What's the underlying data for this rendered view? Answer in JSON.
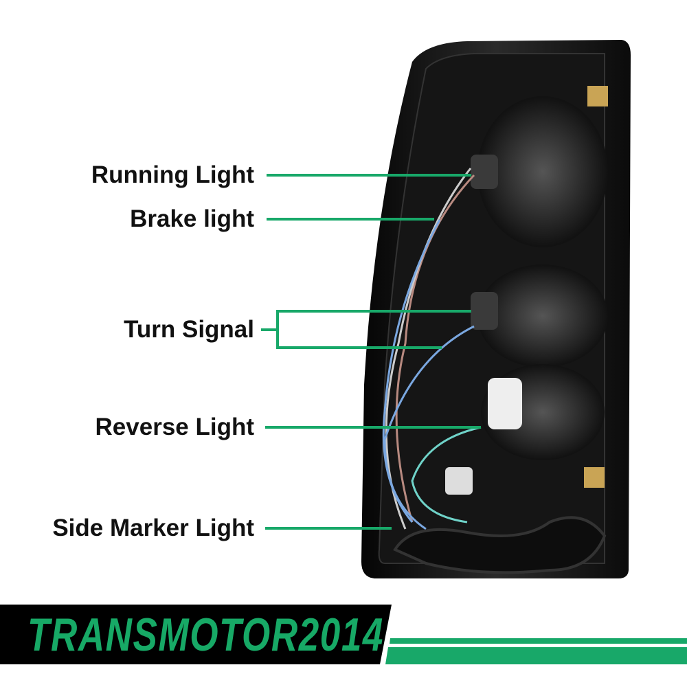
{
  "labels": {
    "running_light": "Running Light",
    "brake_light": "Brake light",
    "turn_signal": "Turn Signal",
    "reverse_light": "Reverse Light",
    "side_marker_light": "Side Marker Light"
  },
  "brand": {
    "name": "TRANSMOTOR2014"
  },
  "colors": {
    "accent": "#18a869",
    "banner": "#000000",
    "text": "#111111"
  }
}
